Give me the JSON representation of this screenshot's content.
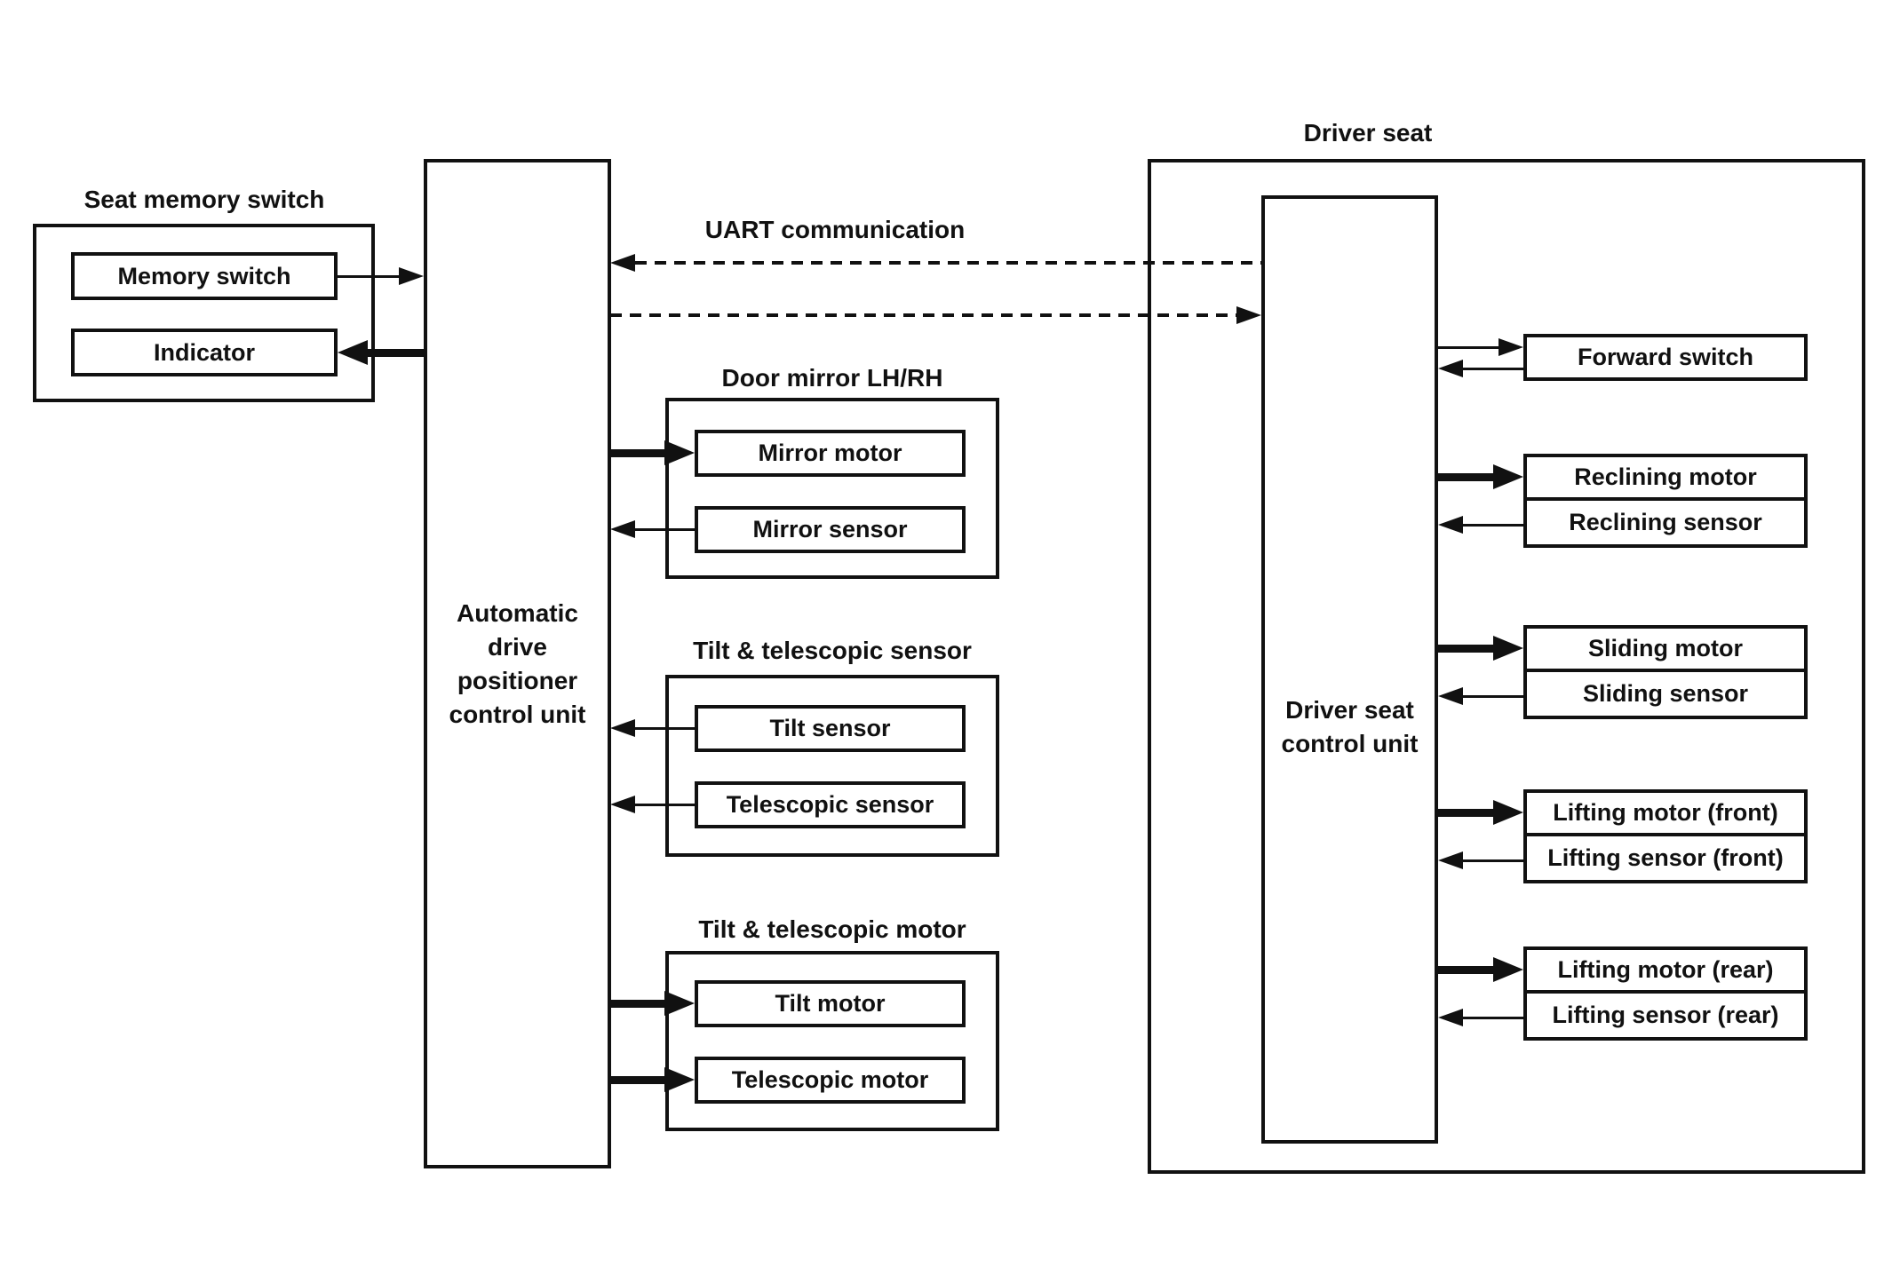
{
  "colors": {
    "ink": "#111111",
    "background": "#ffffff"
  },
  "seat_memory_switch": {
    "title": "Seat memory switch",
    "memory_switch": "Memory switch",
    "indicator": "Indicator"
  },
  "adp_unit": {
    "lines": [
      "Automatic",
      "drive",
      "positioner",
      "control unit"
    ]
  },
  "uart": {
    "label": "UART communication"
  },
  "door_mirror": {
    "title": "Door mirror LH/RH",
    "motor": "Mirror motor",
    "sensor": "Mirror sensor"
  },
  "tilt_telescopic_sensor": {
    "title": "Tilt & telescopic sensor",
    "tilt": "Tilt sensor",
    "telescopic": "Telescopic sensor"
  },
  "tilt_telescopic_motor": {
    "title": "Tilt & telescopic motor",
    "tilt": "Tilt motor",
    "telescopic": "Telescopic motor"
  },
  "driver_seat": {
    "title": "Driver seat",
    "control_unit_lines": [
      "Driver seat",
      "control unit"
    ],
    "forward_switch": "Forward switch",
    "reclining_motor": "Reclining motor",
    "reclining_sensor": "Reclining sensor",
    "sliding_motor": "Sliding motor",
    "sliding_sensor": "Sliding sensor",
    "lifting_motor_front": "Lifting motor (front)",
    "lifting_sensor_front": "Lifting sensor (front)",
    "lifting_motor_rear": "Lifting motor (rear)",
    "lifting_sensor_rear": "Lifting sensor (rear)"
  }
}
